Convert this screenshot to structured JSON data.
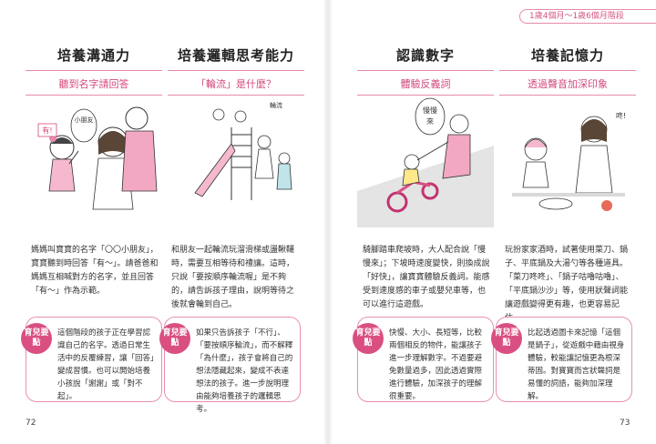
{
  "header": {
    "age_range": "1歲4個月～1歲6個月階段"
  },
  "badge_label": "育兒要點",
  "columns": [
    {
      "title": "培養溝通力",
      "subtitle": "聽到名字請回答",
      "bubbles": [
        "小朋友",
        "有!"
      ],
      "body": "媽媽叫寶寶的名字「〇〇小朋友」，寶寶聽到時回答「有～」。請爸爸和媽媽互相喊對方的名字，並且回答「有～」作為示範。",
      "tip": "這個階段的孩子正在學習認識自己的名字。透過日常生活中的反覆練習，讓「回答」變成習慣。也可以開始培養小孩說「謝謝」或「對不起」。"
    },
    {
      "title": "培養邏輯思考能力",
      "subtitle": "「輪流」是什麼？",
      "bubbles": [
        "輪流"
      ],
      "body": "和朋友一起輪流玩溜滑梯或盪鞦韆時，需要互相等待和禮讓。這時，只說「要按順序輪流喔」是不夠的，請告訴孩子理由，說明等待之後就會輪到自己。",
      "tip": "如果只告訴孩子「不行」、「要按順序輪流」，而不解釋「為什麼」，孩子會將自己的想法隱藏起來，變成不表達想法的孩子。進一步說明理由能夠培養孩子的邏輯思考。"
    },
    {
      "title": "認識數字",
      "subtitle": "體驗反義詞",
      "bubbles": [
        "慢慢",
        "來"
      ],
      "body": "騎腳踏車爬坡時，大人配合說「慢慢來」；下坡時速度變快，則換成說「好快」，讓寶寶體驗反義詞。能感受到速度感的車子或嬰兒車等，也可以進行這遊戲。",
      "tip": "快慢、大小、長短等，比較兩個相反的物件，能讓孩子進一步理解數字。不過要避免數量過多，因此透過實際進行體驗，加深孩子的理解很重要。"
    },
    {
      "title": "培養記憶力",
      "subtitle": "透過聲音加深印象",
      "bubbles": [
        "咚!"
      ],
      "body": "玩扮家家酒時，試著使用菜刀、鍋子、平底鍋及大湯勺等各種道具。「菜刀咚咚」、「鍋子咕嚕咕嚕」、「平底鍋沙沙」等，使用狀聲詞能讓遊戲變得更有趣，也更容易記住。",
      "tip": "比起透過圖卡來記憶「這個是鍋子」，從遊戲中藉由視身體驗，較能讓記憶更為根深蒂固。對寶寶而言狀聲詞是易懂的詞語，能夠加深理解。"
    }
  ],
  "page_numbers": {
    "left": "72",
    "right": "73"
  }
}
